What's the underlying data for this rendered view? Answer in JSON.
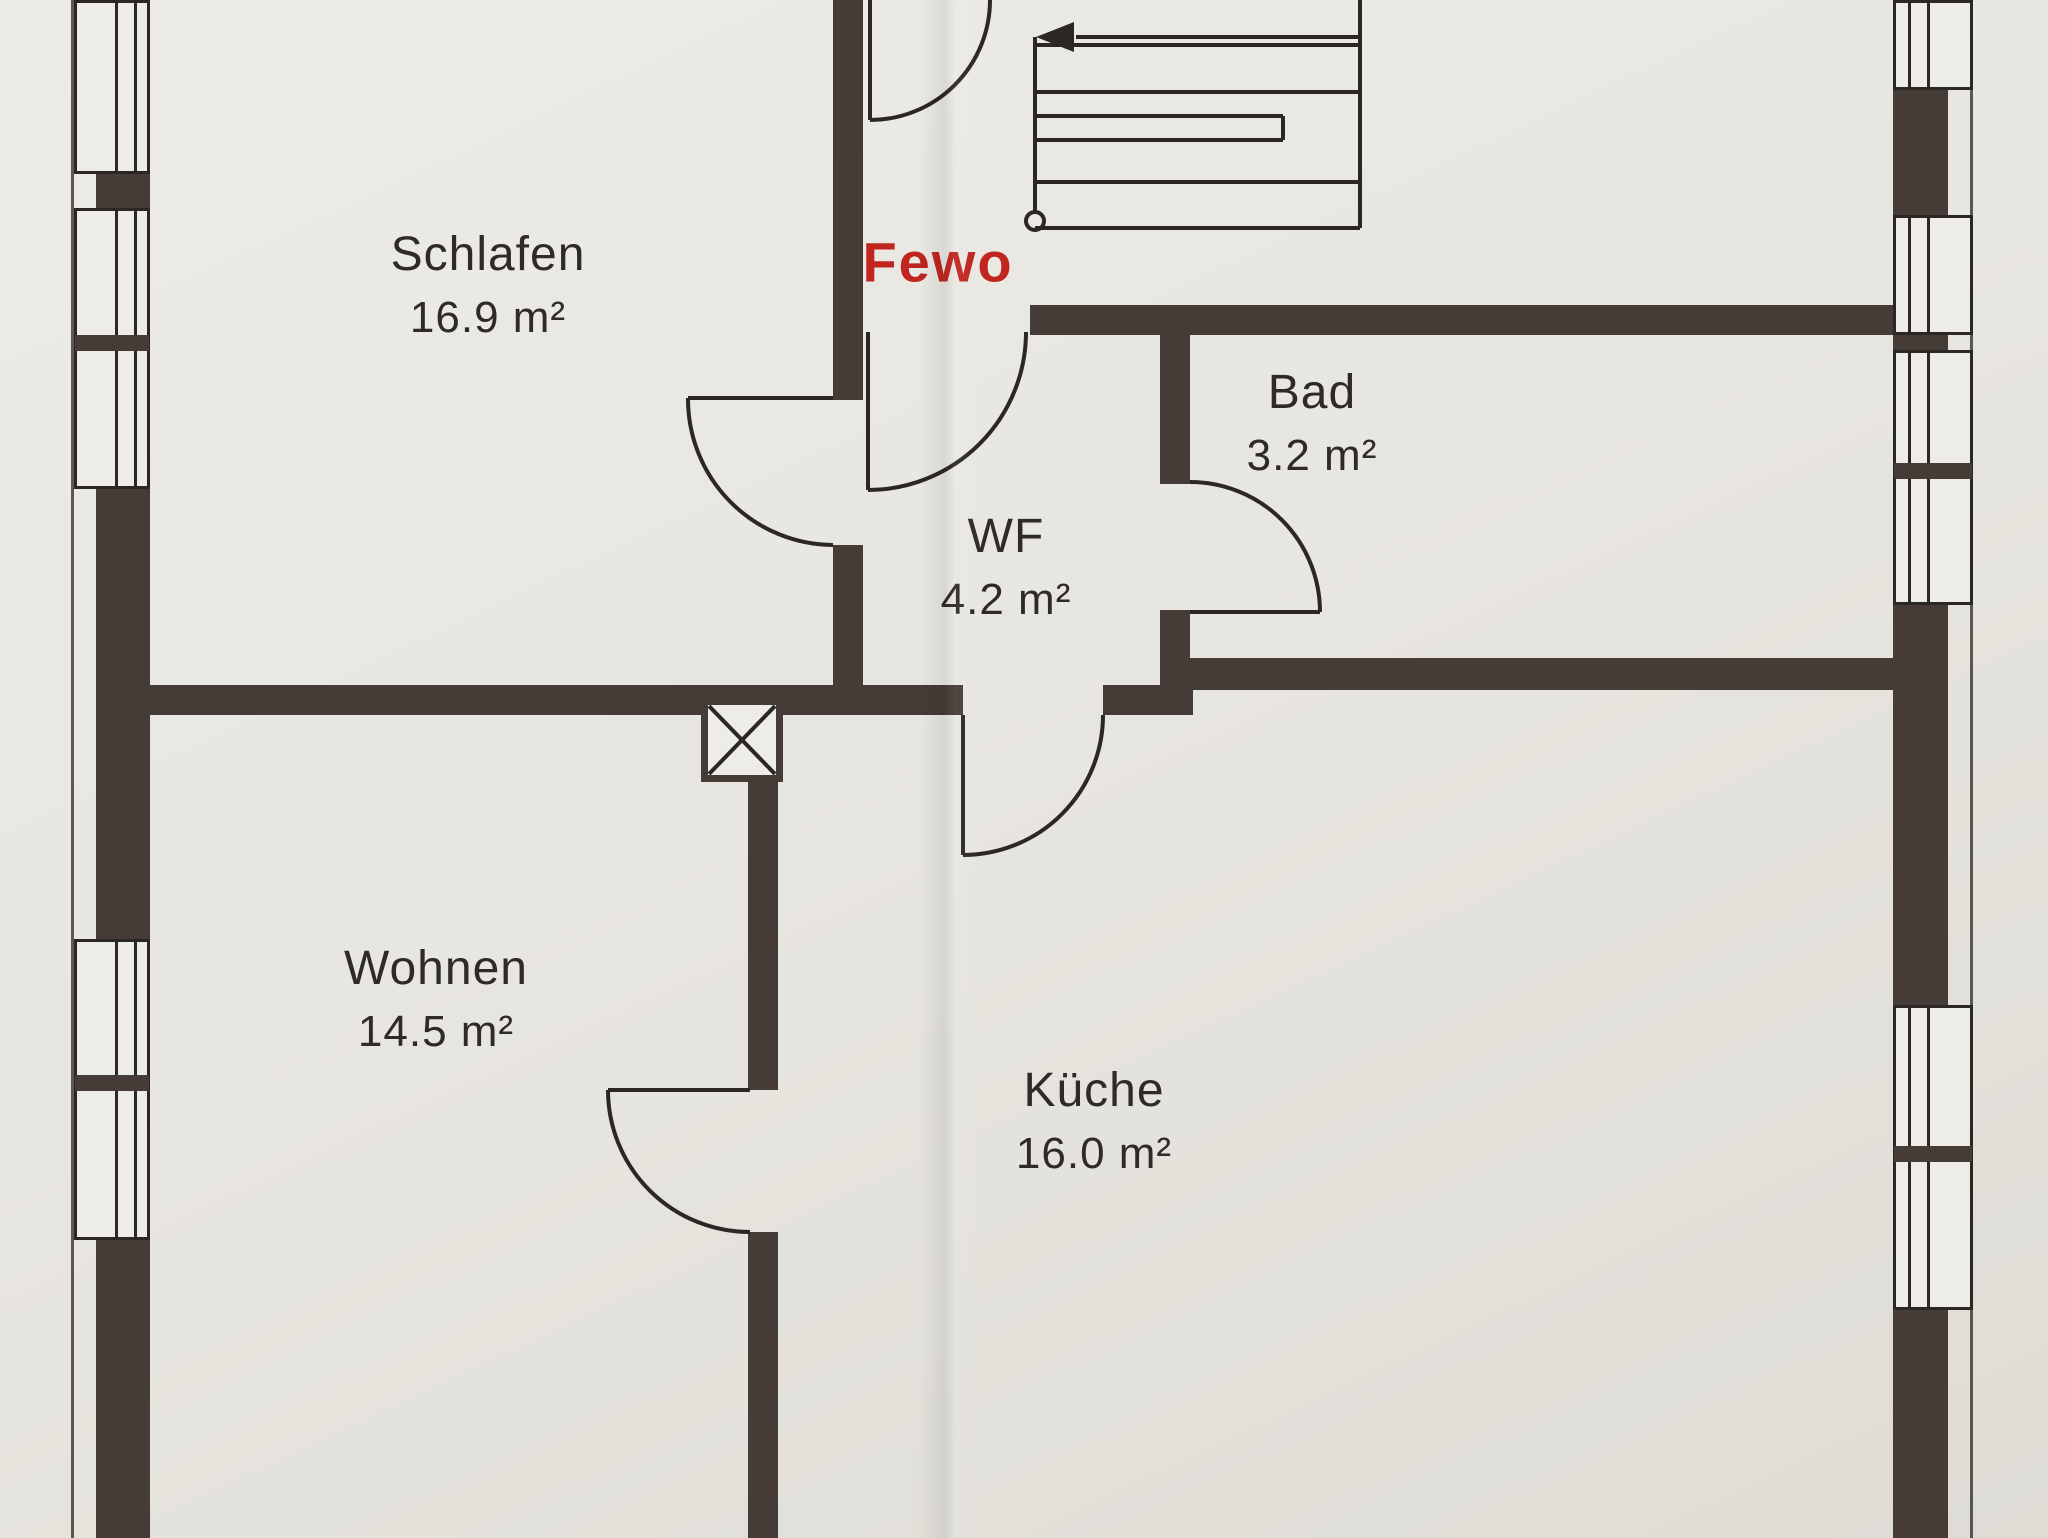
{
  "document": {
    "unit_label": {
      "text": "Fewo",
      "color": "#c0251f"
    },
    "rooms": [
      {
        "name": "Schlafen",
        "area": "16.9 m²"
      },
      {
        "name": "Bad",
        "area": "3.2 m²"
      },
      {
        "name": "WF",
        "area": "4.2 m²"
      },
      {
        "name": "Wohnen",
        "area": "14.5 m²"
      },
      {
        "name": "Küche",
        "area": "16.0 m²"
      }
    ],
    "symbols": [
      "staircase-up-arrow-icon",
      "door-swing-arc-icon",
      "window-symbol-icon",
      "shaft-x-icon"
    ],
    "colors": {
      "paper": "#e8e6e0",
      "wall": "#463c37",
      "line": "#2b2722",
      "accent": "#c0251f"
    }
  }
}
